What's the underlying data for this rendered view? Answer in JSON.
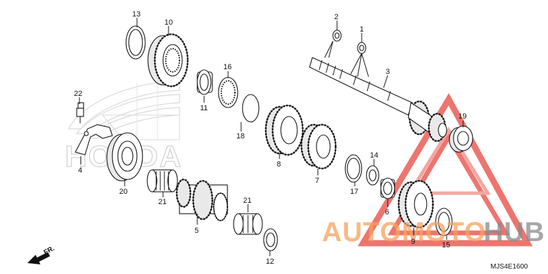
{
  "diagram": {
    "code": "MJS4E1600",
    "direction_label": "FR.",
    "callouts": [
      {
        "id": "c1",
        "text": "1"
      },
      {
        "id": "c2",
        "text": "2"
      },
      {
        "id": "c3",
        "text": "3"
      },
      {
        "id": "c4",
        "text": "4"
      },
      {
        "id": "c5",
        "text": "5"
      },
      {
        "id": "c6",
        "text": "6"
      },
      {
        "id": "c7",
        "text": "7"
      },
      {
        "id": "c8",
        "text": "8"
      },
      {
        "id": "c9",
        "text": "9"
      },
      {
        "id": "c10",
        "text": "10"
      },
      {
        "id": "c11",
        "text": "11"
      },
      {
        "id": "c12",
        "text": "12"
      },
      {
        "id": "c13",
        "text": "13"
      },
      {
        "id": "c14",
        "text": "14"
      },
      {
        "id": "c15",
        "text": "15"
      },
      {
        "id": "c16",
        "text": "16"
      },
      {
        "id": "c17",
        "text": "17"
      },
      {
        "id": "c18",
        "text": "18"
      },
      {
        "id": "c19",
        "text": "19"
      },
      {
        "id": "c20",
        "text": "20"
      },
      {
        "id": "c21a",
        "text": "21"
      },
      {
        "id": "c21b",
        "text": "21"
      },
      {
        "id": "c22",
        "text": "22"
      }
    ]
  },
  "watermarks": {
    "honda_text": "HONDA",
    "brand_part1": "AUTOMOTO",
    "brand_part2": "HUB",
    "colors": {
      "brand_orange": "#f5a25d",
      "brand_gray": "#8a8a8a",
      "triangle_red": "#e8473f",
      "honda_gray": "#cfcfcf"
    }
  }
}
